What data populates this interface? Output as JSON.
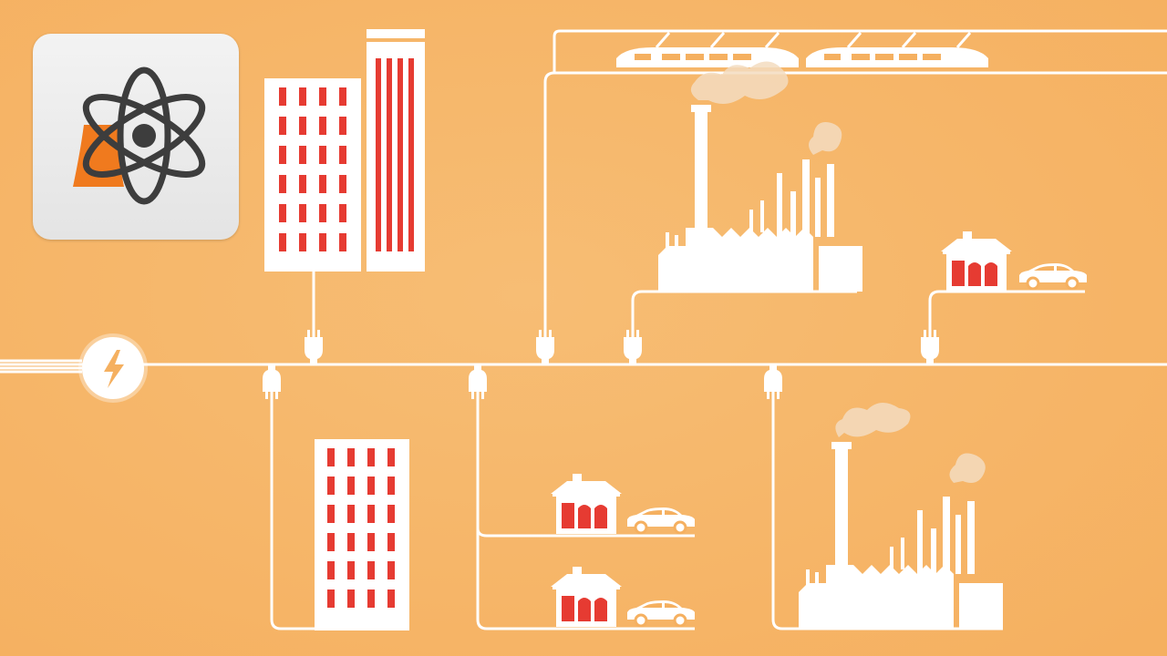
{
  "scene": {
    "background_color": "#f5b060",
    "background_highlight": "#f7bd74",
    "line_color": "#ffffff",
    "window_color": "#e63b32",
    "smoke_color": "#f3dcc0"
  },
  "logo": {
    "icon": "nuclear-power-atom-icon",
    "atom_color": "#3d3d3d",
    "tower_color": "#f07a1e",
    "card_color": "#ececec"
  },
  "grid_icons": {
    "power_source": "lightning-bolt-icon",
    "connector": "power-plug-icon"
  },
  "consumers": [
    {
      "type": "office-tower",
      "position": "upper-left"
    },
    {
      "type": "skyscraper",
      "position": "upper-left"
    },
    {
      "type": "train",
      "position": "top"
    },
    {
      "type": "factory",
      "position": "upper-center"
    },
    {
      "type": "house-with-car",
      "position": "upper-right"
    },
    {
      "type": "apartment-building",
      "position": "lower-left"
    },
    {
      "type": "house-with-car",
      "position": "lower-center"
    },
    {
      "type": "house-with-car",
      "position": "lower-center"
    },
    {
      "type": "factory",
      "position": "lower-right"
    }
  ]
}
